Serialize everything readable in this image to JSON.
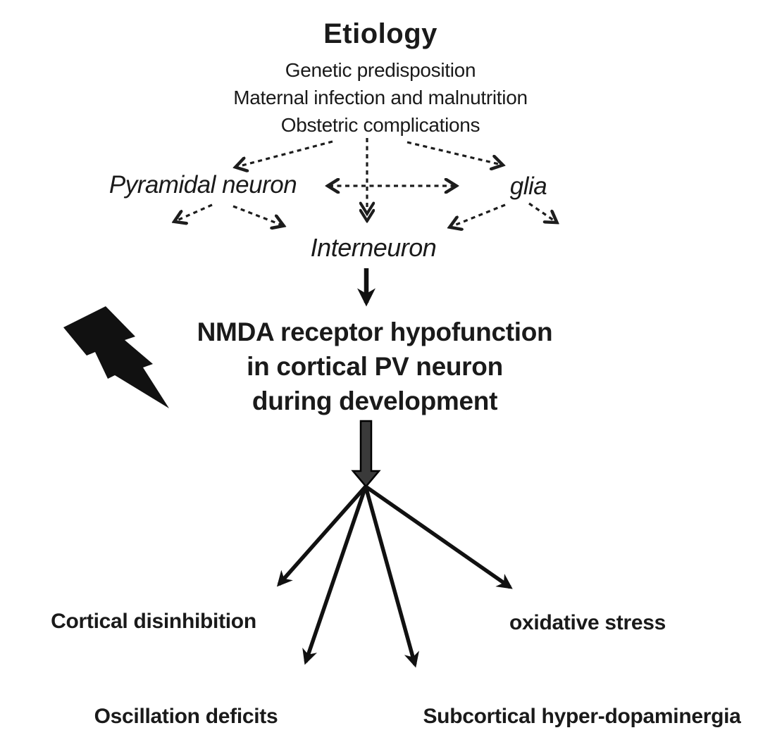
{
  "etiology": {
    "title": "Etiology",
    "lines": [
      "Genetic predisposition",
      "Maternal infection and malnutrition",
      "Obstetric complications"
    ]
  },
  "cells": {
    "pyramidal": "Pyramidal neuron",
    "glia": "glia",
    "interneuron": "Interneuron"
  },
  "core": {
    "lines": [
      "NMDA receptor hypofunction",
      "in cortical PV neuron",
      "during development"
    ]
  },
  "outcomes": {
    "cortical_disinhibition": "Cortical disinhibition",
    "oxidative_stress": "oxidative stress",
    "oscillation_deficits": "Oscillation deficits",
    "subcortical_hyper_dopaminergia": "Subcortical hyper-dopaminergia"
  },
  "icons": {
    "lightning_bolt": "lightning-bolt-icon"
  },
  "colors": {
    "ink": "#1a1a1a",
    "background": "#ffffff"
  }
}
